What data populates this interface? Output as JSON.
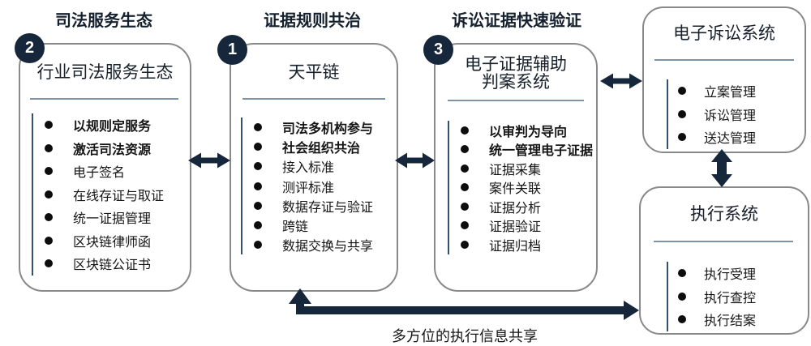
{
  "colors": {
    "arrow_navy": "#16263b",
    "box_border_gray": "#898989",
    "divider_blue_gray": "#7e91a9",
    "list_line_navy": "#33506f",
    "text": "#161616"
  },
  "section_headers": [
    {
      "label": "司法服务生态"
    },
    {
      "label": "证据规则共治"
    },
    {
      "label": "诉讼证据快速验证"
    }
  ],
  "boxes": {
    "industry": {
      "badge": "2",
      "title": "行业司法服务生态",
      "items": [
        "以规则定服务",
        "激活司法资源",
        "电子签名",
        "在线存证与取证",
        "统一证据管理",
        "区块链律师函",
        "区块链公证书"
      ]
    },
    "chain": {
      "badge": "1",
      "title": "天平链",
      "items": [
        "司法多机构参与",
        "社会组织共治",
        "接入标准",
        "测评标准",
        "数据存证与验证",
        "跨链",
        "数据交换与共享"
      ]
    },
    "assist": {
      "badge": "3",
      "title_line1": "电子证据辅助",
      "title_line2": "判案系统",
      "items": [
        "以审判为导向",
        "统一管理电子证据",
        "证据采集",
        "案件关联",
        "证据分析",
        "证据验证",
        "证据归档"
      ]
    },
    "litigation": {
      "title": "电子诉讼系统",
      "items": [
        "立案管理",
        "诉讼管理",
        "送达管理"
      ]
    },
    "execution": {
      "title": "执行系统",
      "items": [
        "执行受理",
        "执行查控",
        "执行结案"
      ]
    }
  },
  "bottom_arrow": {
    "label": "多方位的执行信息共享"
  }
}
